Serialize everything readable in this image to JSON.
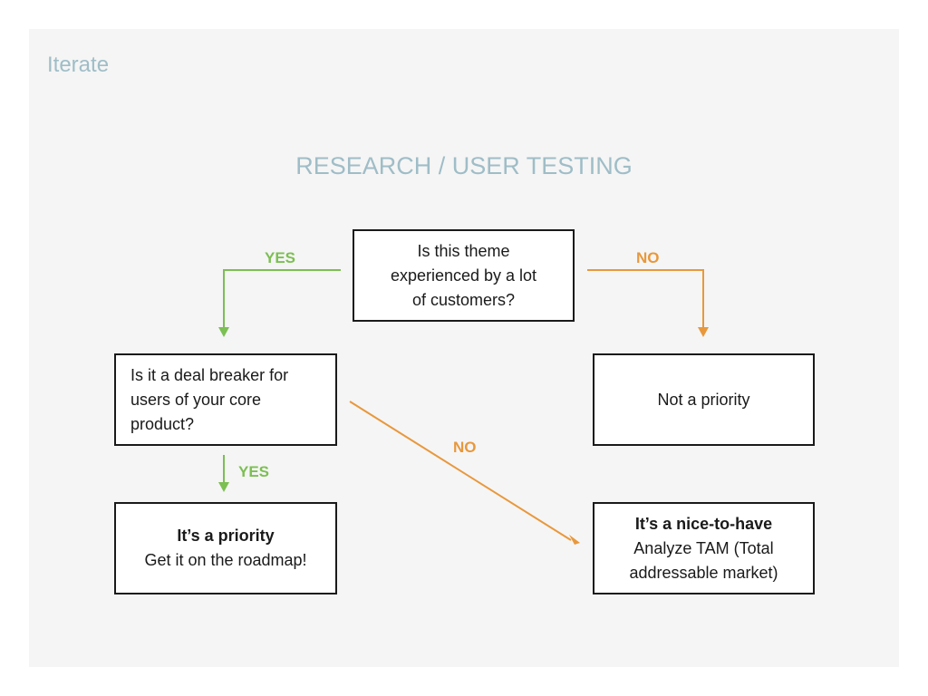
{
  "slide": {
    "title": "Iterate",
    "heading": "RESEARCH / USER TESTING"
  },
  "nodes": {
    "theme": {
      "lines": [
        "Is this theme",
        "experienced by a lot",
        "of customers?"
      ]
    },
    "deal_breaker": {
      "lines": [
        "Is it a deal breaker for",
        "users of your core",
        "product?"
      ]
    },
    "not_priority": {
      "text": "Not a priority"
    },
    "priority": {
      "title": "It’s a priority",
      "subtitle": "Get it on the roadmap!"
    },
    "nice_to_have": {
      "title": "It’s a nice-to-have",
      "lines": [
        "Analyze TAM (Total",
        "addressable market)"
      ]
    }
  },
  "edges": {
    "theme_yes": "YES",
    "theme_no": "NO",
    "deal_yes": "YES",
    "deal_no": "NO"
  },
  "colors": {
    "yes": "#7cbf52",
    "no": "#e8983c",
    "heading": "#9fbdc7",
    "border": "#1a1a1a",
    "background": "#f5f5f5"
  }
}
